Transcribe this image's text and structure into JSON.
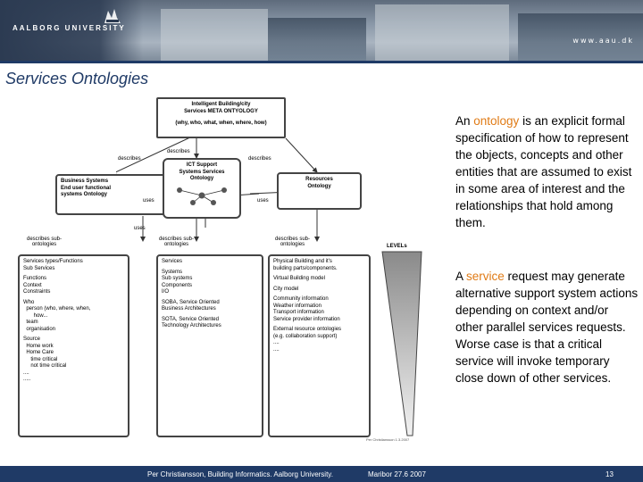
{
  "banner": {
    "logo_text": "AALBORG UNIVERSITY",
    "url": "www.aau.dk"
  },
  "slide": {
    "title": "Services Ontologies",
    "page_number": "13"
  },
  "diagram": {
    "top_box": {
      "line1": "Intelligent Building/city",
      "line2": "Services META ONTYOLOGY",
      "line3": "(why, who, what, when, where, how)"
    },
    "describes_left": "describes",
    "describes_center": "describes",
    "describes_right": "describes",
    "business_box": [
      "Business Systems",
      "End user functional",
      "systems Ontology"
    ],
    "ict_box": [
      "ICT Support",
      "Systems Services",
      "Ontology"
    ],
    "resources_box": [
      "Resources",
      "Ontology"
    ],
    "uses_left": "uses",
    "uses_right": "uses",
    "uses_bottom": "uses",
    "describes_sub_1": [
      "describes sub-",
      "ontologies"
    ],
    "describes_sub_2": [
      "describes sub-",
      "ontologies"
    ],
    "describes_sub_3": [
      "describes sub-",
      "ontologies"
    ],
    "levels_label": "LEVELs",
    "col1": {
      "g1": [
        "Services types/Functions",
        "Sub Services"
      ],
      "g2": [
        "Functions",
        "Context",
        "Constraints"
      ],
      "g3": [
        "Who",
        "  person (who, where, when,",
        "       how...",
        "  team",
        "  organisation"
      ],
      "g4": [
        "Source",
        "  Home work",
        "  Home Care",
        "     time critical",
        "     not time critical",
        "....",
        "....."
      ]
    },
    "col2": {
      "g1": [
        "Services"
      ],
      "g2": [
        "Systems",
        "Sub systems",
        "Components",
        "I/O"
      ],
      "g3": [
        "SOBA, Service Oriented",
        "Business Architectures"
      ],
      "g4": [
        "SOTA, Service Oriented",
        "Technology Architectures"
      ]
    },
    "col3": {
      "g1": [
        "Physical Building and it's",
        "building parts/components."
      ],
      "g2": [
        "Virtual Building model"
      ],
      "g3": [
        "City model"
      ],
      "g4": [
        "Community information",
        "Weather information",
        "Transport information",
        "Service provider information"
      ],
      "g5": [
        "External resource ontologies",
        "(e.g. collaboration support)",
        "....",
        "...."
      ]
    },
    "footnote": "Per Christiansson 1.3.2007"
  },
  "paragraphs": {
    "p1": {
      "pre": "An ",
      "highlight": "ontology",
      "post": " is an explicit formal specification of how to represent the objects, concepts and other entities that are assumed to exist in some area of interest and the relationships that hold among them."
    },
    "p2": {
      "pre": "A ",
      "highlight": "service",
      "post": " request may generate alternative support system actions depending on context and/or other parallel services requests. Worse case is that a critical service will invoke temporary close down of other services."
    }
  },
  "footer": {
    "author": "Per Christiansson, Building Informatics. Aalborg University.",
    "event": "Maribor 27.6 2007"
  },
  "colors": {
    "primary": "#1f3a66",
    "highlight": "#e07b16"
  }
}
